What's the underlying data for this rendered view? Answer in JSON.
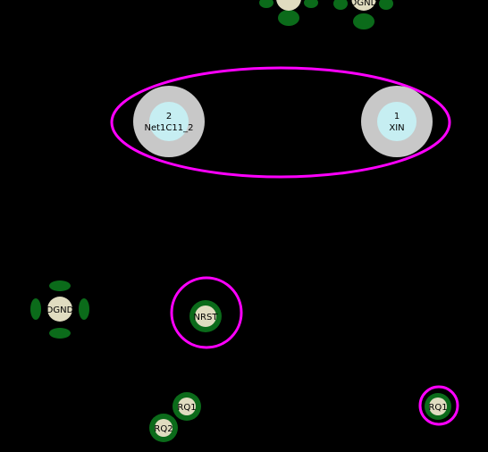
{
  "colors": {
    "background": "#000000",
    "highlight": "#ff00ff",
    "pad_gray": "#c8c8c8",
    "pad_cyan": "#c6eef2",
    "thermal_green": "#0b6b1a",
    "via_cream": "#e0dcc0"
  },
  "top_pads": [
    {
      "label": ""
    },
    {
      "label": "DGND"
    }
  ],
  "crystal_pads": [
    {
      "number": "2",
      "net": "Net1C11_2"
    },
    {
      "number": "1",
      "net": "XIN"
    }
  ],
  "thermal_pad": {
    "label": "DGND"
  },
  "vias": [
    {
      "label": "NRST"
    },
    {
      "label": "RQ1"
    },
    {
      "label": "RQ2"
    },
    {
      "label": "RQ1"
    }
  ]
}
